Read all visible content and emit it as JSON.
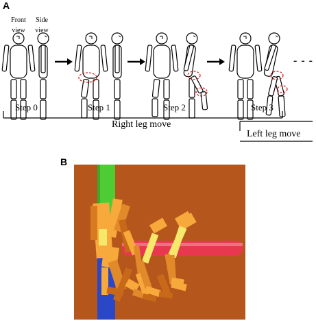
{
  "panel_a": {
    "label": "A",
    "views": {
      "front": "Front view",
      "side": "Side view"
    },
    "steps": [
      "Step 0",
      "Step 1",
      "Step 2",
      "Step 3"
    ],
    "right_leg_label": "Right leg move",
    "left_leg_label": "Left leg move",
    "continuation": "- - -"
  },
  "panel_b": {
    "label": "B",
    "colors": {
      "background": "#b5571c",
      "green_axis": "#4dcc34",
      "red_axis": "#e8384f",
      "blue_axis": "#2a47c8",
      "figure_light": "#f7a93b",
      "figure_dark": "#c8691a",
      "figure_yellow": "#f5e86a"
    }
  }
}
